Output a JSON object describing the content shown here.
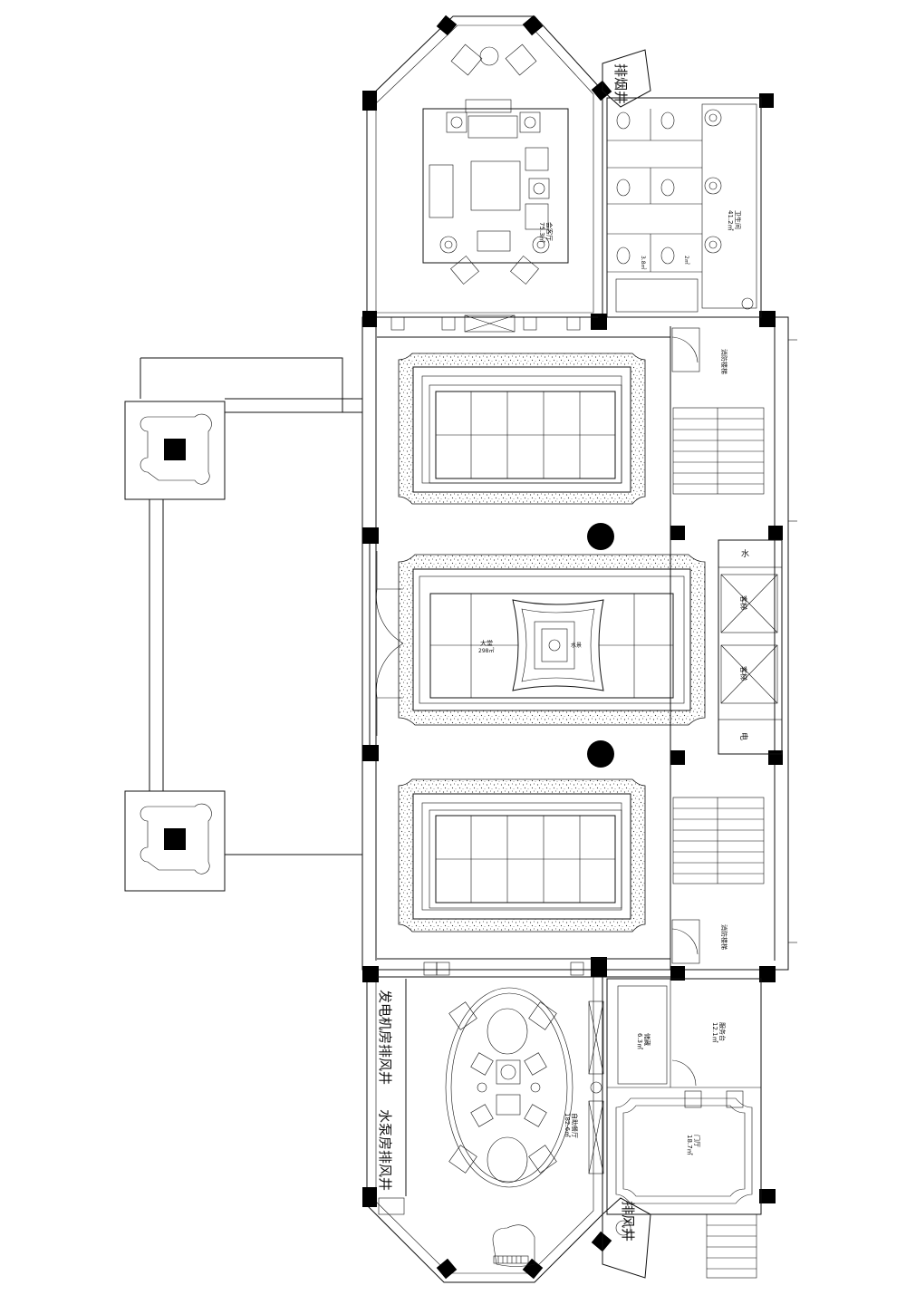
{
  "labels": {
    "smoke_shaft_top": "排烟井",
    "meeting_room_name": "会客厅",
    "meeting_room_area": "75.3㎡",
    "toilet_name": "卫生间",
    "toilet_area": "41.2㎡",
    "toilet_small_1": "3.8㎡",
    "toilet_small_2": "2㎡",
    "fire_stair_top": "消防楼梯",
    "lobby_name": "大堂",
    "lobby_area": "298㎡",
    "lobby_feature": "水景",
    "elevator_1": "客梯",
    "elevator_2": "客梯",
    "water_room": "水",
    "power_room": "电",
    "fire_stair_bottom": "消防楼梯",
    "generator_exhaust": "发电机房排风井",
    "water_pump_exhaust": "水泵房排风井",
    "restaurant_name": "自助餐厅",
    "restaurant_area": "182.6㎡",
    "storage_name": "储藏",
    "storage_area": "6.3㎡",
    "office_name": "服务台",
    "office_area": "12.1㎡",
    "entry_name": "门厅",
    "entry_area": "18.7㎡",
    "smoke_shaft_bottom": "排风井"
  },
  "colors": {
    "line": "#111111",
    "fill": "#000000",
    "background": "#ffffff"
  }
}
